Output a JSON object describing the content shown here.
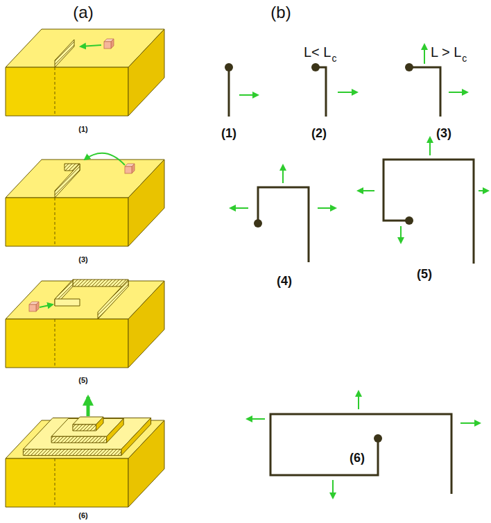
{
  "diagram": {
    "labels": [
      "(a)",
      "(b)",
      "(1)",
      "(3)",
      "(5)",
      "(6)",
      "(1)",
      "(2)",
      "L< L",
      "c",
      "(3)",
      "L > L",
      "c",
      "(4)",
      "(5)",
      "(6)"
    ]
  }
}
